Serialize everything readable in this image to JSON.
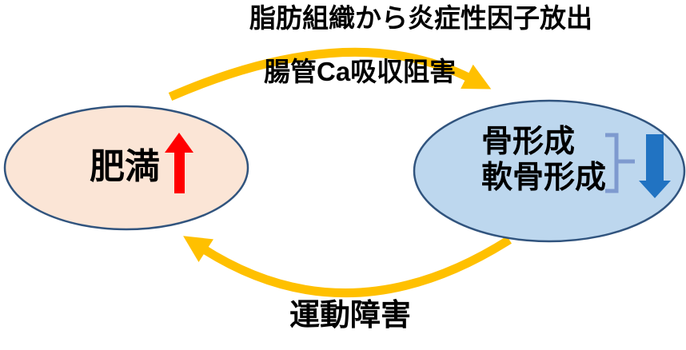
{
  "diagram": {
    "background": "#FFFFFF",
    "text_color": "#000000",
    "cycle_arrows": {
      "color": "#FFC000",
      "top_label_line1": "脂肪組織から炎症性因子放出",
      "top_label_line2": "腸管Ca吸収阻害",
      "bottom_label": "運動障害"
    },
    "nodes": {
      "obesity": {
        "label": "肥満",
        "trend_icon": "up-arrow",
        "trend_color": "#FF0000",
        "fill": "#FBE5D6",
        "border": "#31547E"
      },
      "bone": {
        "label_line1": "骨形成",
        "label_line2": "軟骨形成",
        "trend_icon": "down-arrow",
        "trend_color": "#2173C2",
        "bracket_color": "#7E9ACF",
        "fill": "#BDD7EE",
        "border": "#31547E"
      }
    }
  }
}
